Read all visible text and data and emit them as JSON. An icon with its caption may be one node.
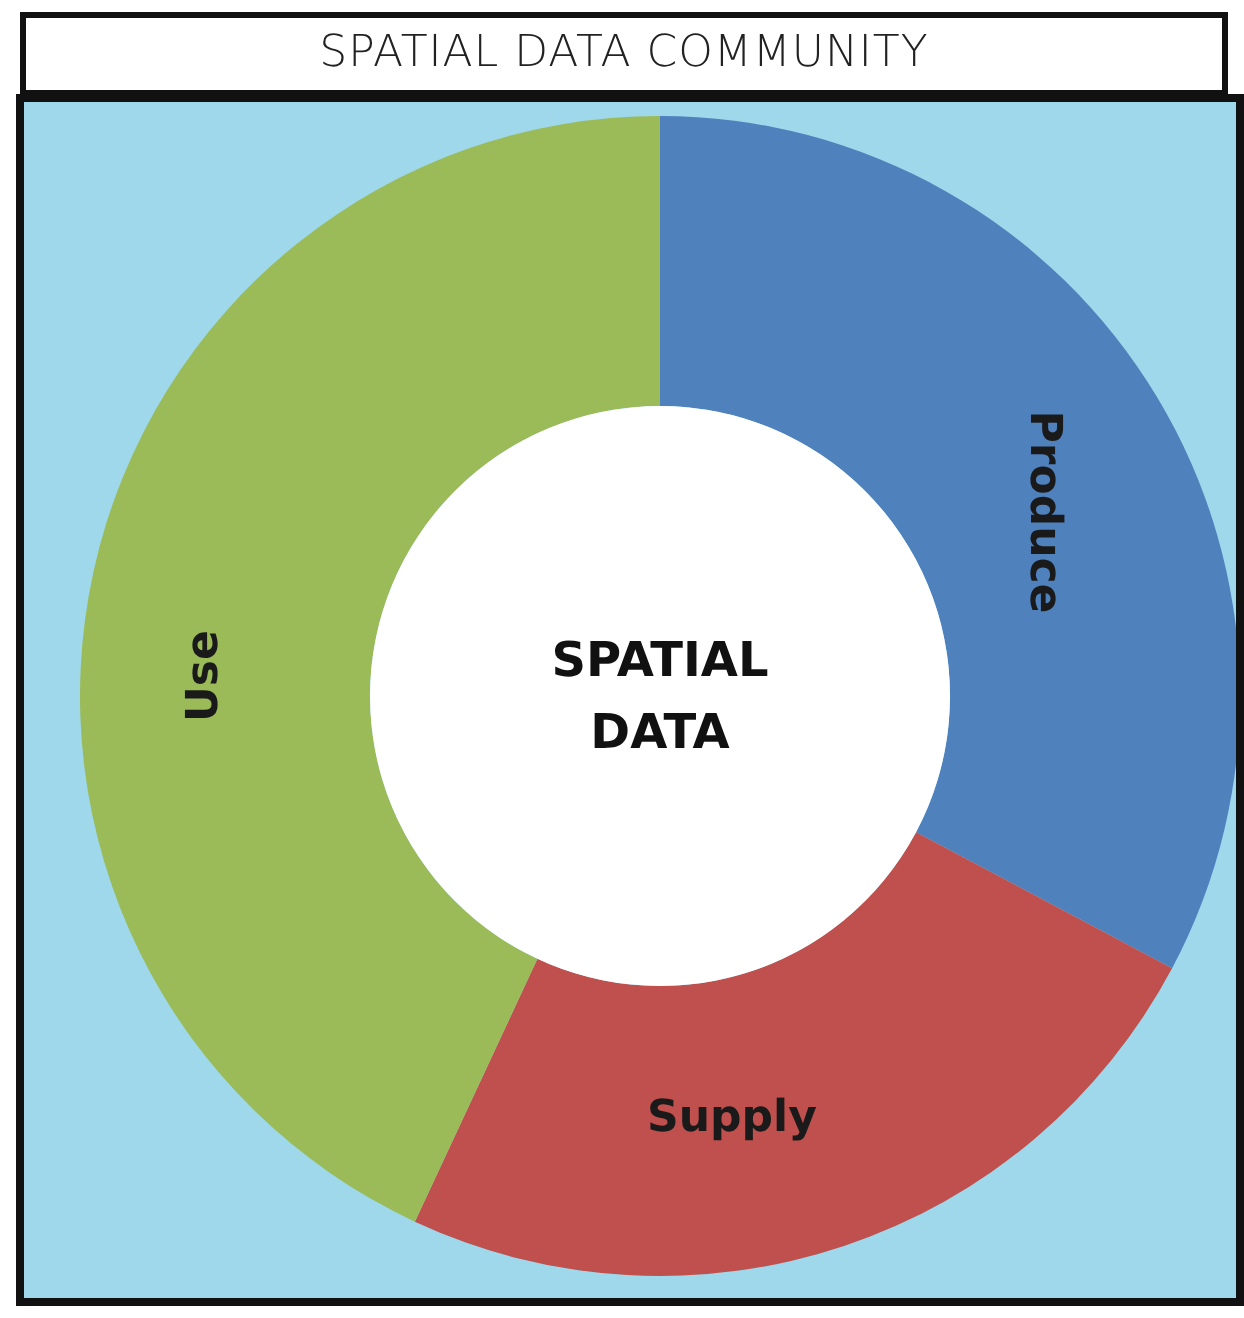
{
  "diagram": {
    "title": "SPATIAL DATA COMMUNITY",
    "nodes": [
      {
        "text": [
          "Produce"
        ]
      },
      {
        "text": [
          "Supply"
        ]
      },
      {
        "text": [
          "Use"
        ]
      },
      {
        "text": [
          "SPATIAL DATA"
        ]
      }
    ]
  }
}
